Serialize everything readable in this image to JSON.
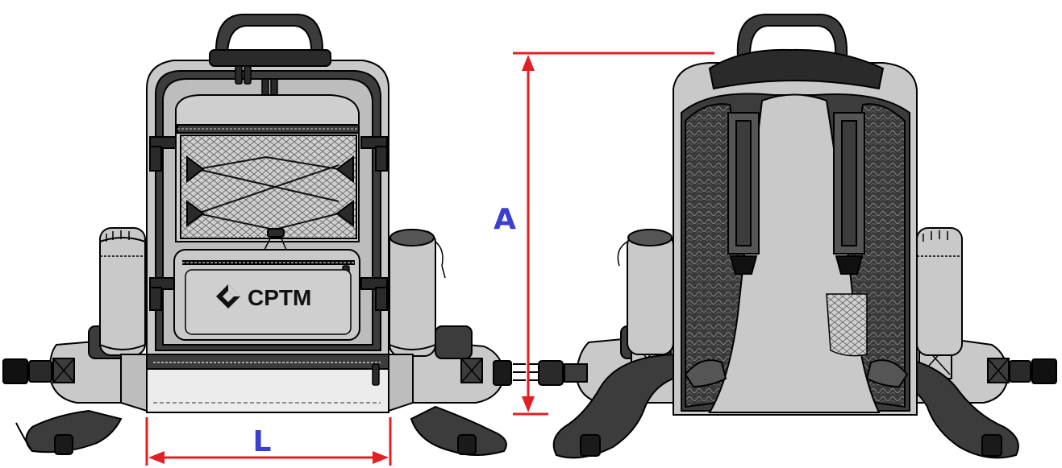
{
  "logo": {
    "text": "CPTM"
  },
  "dimensions": {
    "height_label": "A",
    "width_label": "L"
  },
  "colors": {
    "dimension_line": "#e31e24",
    "dimension_label": "#3b3fce",
    "body_gray": "#c9c9c9",
    "dark_gray": "#3c3c3c",
    "outline": "#000000",
    "bottom_panel": "#ececec"
  },
  "icons": {
    "logo_mark": "cptm-chevron-diamond-icon"
  }
}
